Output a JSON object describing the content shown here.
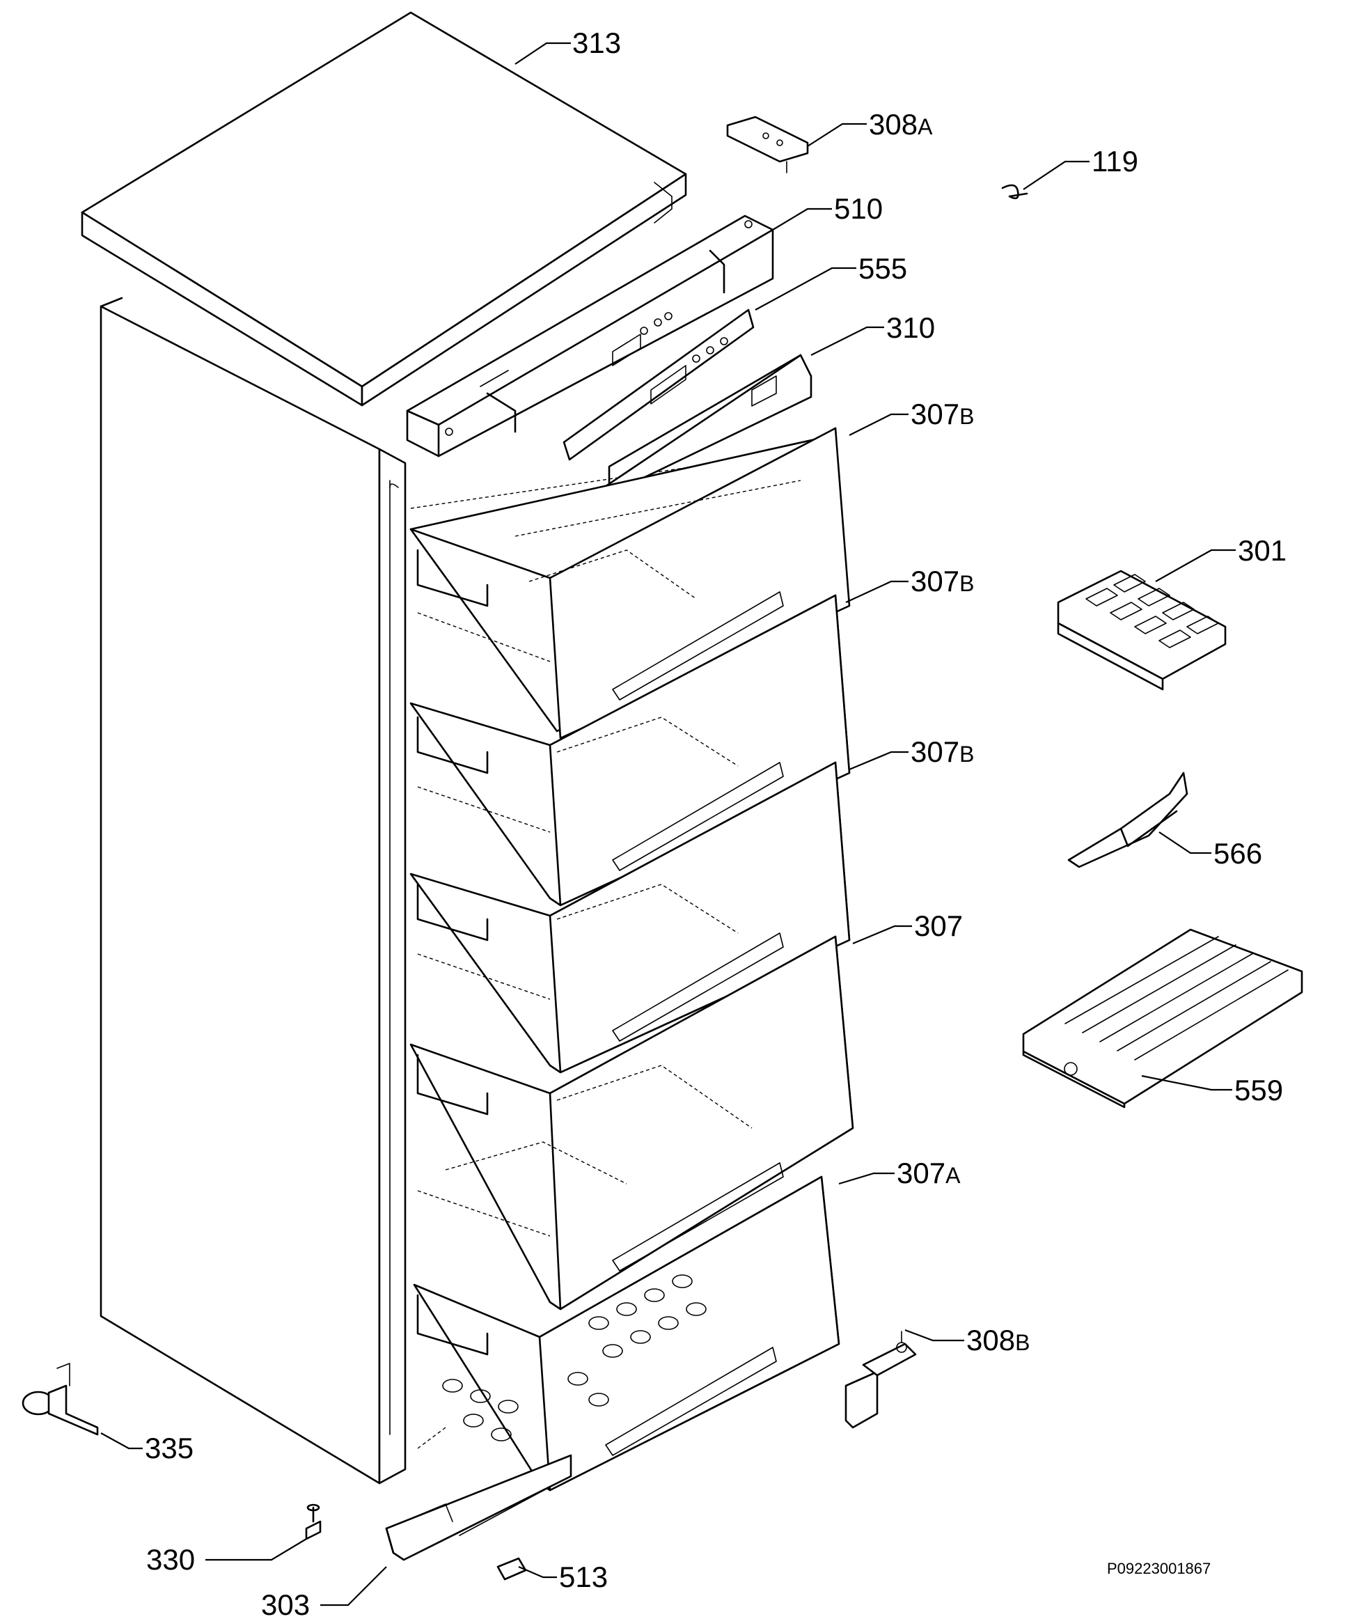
{
  "callouts": [
    {
      "id": "313",
      "num": "313",
      "suffix": ""
    },
    {
      "id": "308a",
      "num": "308",
      "suffix": "A"
    },
    {
      "id": "119",
      "num": "119",
      "suffix": ""
    },
    {
      "id": "510",
      "num": "510",
      "suffix": ""
    },
    {
      "id": "555",
      "num": "555",
      "suffix": ""
    },
    {
      "id": "310",
      "num": "310",
      "suffix": ""
    },
    {
      "id": "307b1",
      "num": "307",
      "suffix": "B"
    },
    {
      "id": "307b2",
      "num": "307",
      "suffix": "B"
    },
    {
      "id": "307b3",
      "num": "307",
      "suffix": "B"
    },
    {
      "id": "307",
      "num": "307",
      "suffix": ""
    },
    {
      "id": "307a",
      "num": "307",
      "suffix": "A"
    },
    {
      "id": "301",
      "num": "301",
      "suffix": ""
    },
    {
      "id": "566",
      "num": "566",
      "suffix": ""
    },
    {
      "id": "559",
      "num": "559",
      "suffix": ""
    },
    {
      "id": "308b",
      "num": "308",
      "suffix": "B"
    },
    {
      "id": "335",
      "num": "335",
      "suffix": ""
    },
    {
      "id": "330",
      "num": "330",
      "suffix": ""
    },
    {
      "id": "303",
      "num": "303",
      "suffix": ""
    },
    {
      "id": "513",
      "num": "513",
      "suffix": ""
    }
  ],
  "document_code": "P09223001867"
}
